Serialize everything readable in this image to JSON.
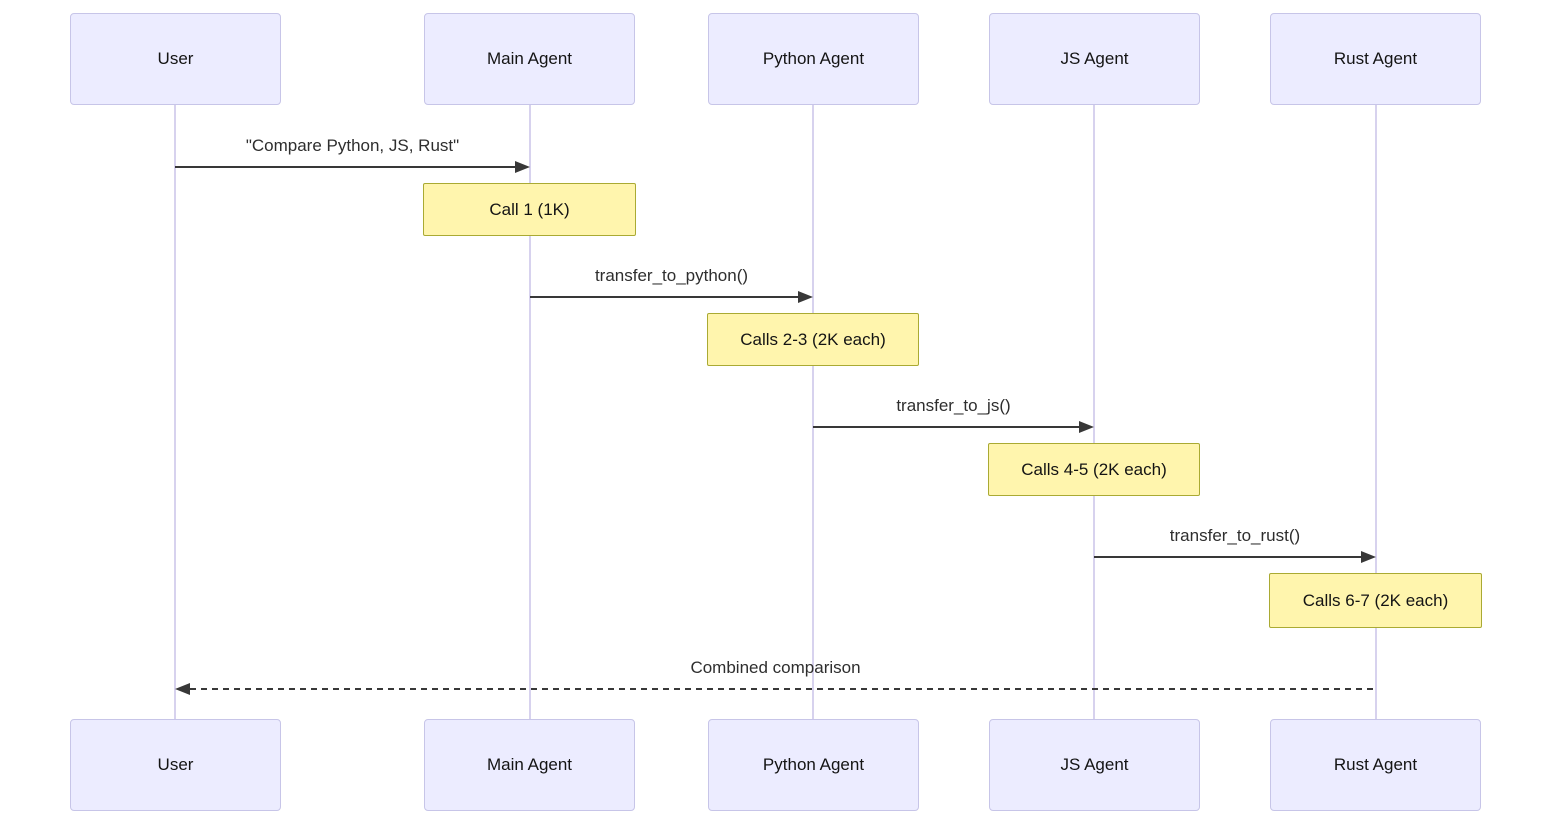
{
  "diagram": {
    "type": "sequence",
    "colors": {
      "background": "#FFFFFF",
      "actor_fill": "#ECECFF",
      "actor_border": "#C7C5E8",
      "lifeline": "#D7D2EE",
      "note_fill": "#FFF5AD",
      "note_border": "#AAAA33",
      "arrow": "#383838",
      "text": "#141414"
    },
    "actors": [
      {
        "label": "User"
      },
      {
        "label": "Main Agent"
      },
      {
        "label": "Python Agent"
      },
      {
        "label": "JS Agent"
      },
      {
        "label": "Rust Agent"
      }
    ],
    "messages": [
      {
        "from": "User",
        "to": "Main Agent",
        "style": "solid",
        "label": "\"Compare Python, JS, Rust\""
      },
      {
        "from": "Main Agent",
        "to": "Python Agent",
        "style": "solid",
        "label": "transfer_to_python()"
      },
      {
        "from": "Python Agent",
        "to": "JS Agent",
        "style": "solid",
        "label": "transfer_to_js()"
      },
      {
        "from": "JS Agent",
        "to": "Rust Agent",
        "style": "solid",
        "label": "transfer_to_rust()"
      },
      {
        "from": "Rust Agent",
        "to": "User",
        "style": "dashed",
        "label": "Combined comparison"
      }
    ],
    "notes": [
      {
        "over": "Main Agent",
        "label": "Call 1 (1K)"
      },
      {
        "over": "Python Agent",
        "label": "Calls 2-3 (2K each)"
      },
      {
        "over": "JS Agent",
        "label": "Calls 4-5 (2K each)"
      },
      {
        "over": "Rust Agent",
        "label": "Calls 6-7 (2K each)"
      }
    ]
  }
}
